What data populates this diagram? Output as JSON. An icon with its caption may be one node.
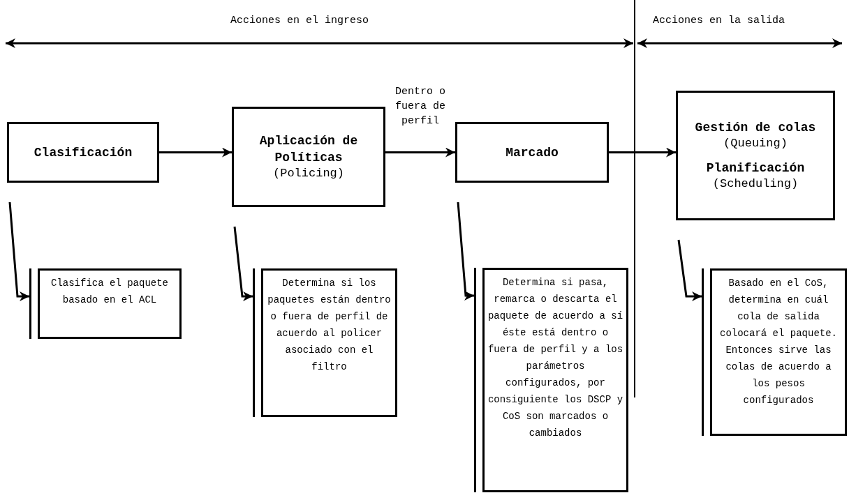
{
  "diagram": {
    "nodes": [
      {
        "text": [
          "Clasificación"
        ]
      },
      {
        "text": [
          "Aplicación de Políticas",
          "(Policing)"
        ]
      },
      {
        "text": [
          "Marcado"
        ]
      },
      {
        "text": [
          "Gestión de colas",
          "(Queuing)",
          "Planificación",
          "(Scheduling)"
        ]
      },
      {
        "text": [
          "Clasifica el paquete basado en el ACL"
        ]
      },
      {
        "text": [
          "Determina si los paquetes están dentro o fuera de perfil de acuerdo al policer asociado con el filtro"
        ]
      },
      {
        "text": [
          "Determina si pasa, remarca o descarta el paquete de acuerdo a sí éste está dentro o fuera de perfil y a los parámetros configurados, por consiguiente los DSCP y CoS son marcados o cambiados"
        ]
      },
      {
        "text": [
          "Basado en el CoS, determina en cuál cola de salida colocará el paquete. Entonces sirve las colas de acuerdo a los pesos configurados"
        ]
      }
    ],
    "edges": [
      {
        "from": 0,
        "to": 1,
        "arrow": "to"
      },
      {
        "from": 1,
        "to": 2,
        "arrow": "to",
        "label": "Dentro o fuera de perfil"
      },
      {
        "from": 2,
        "to": 3,
        "arrow": "to"
      },
      {
        "from": 0,
        "to": 4,
        "arrow": "to"
      },
      {
        "from": 1,
        "to": 5,
        "arrow": "to"
      },
      {
        "from": 2,
        "to": 6,
        "arrow": "to"
      },
      {
        "from": 3,
        "to": 7,
        "arrow": "to"
      }
    ],
    "labels": [
      "Acciones en el ingreso",
      "Acciones en la salida"
    ]
  }
}
